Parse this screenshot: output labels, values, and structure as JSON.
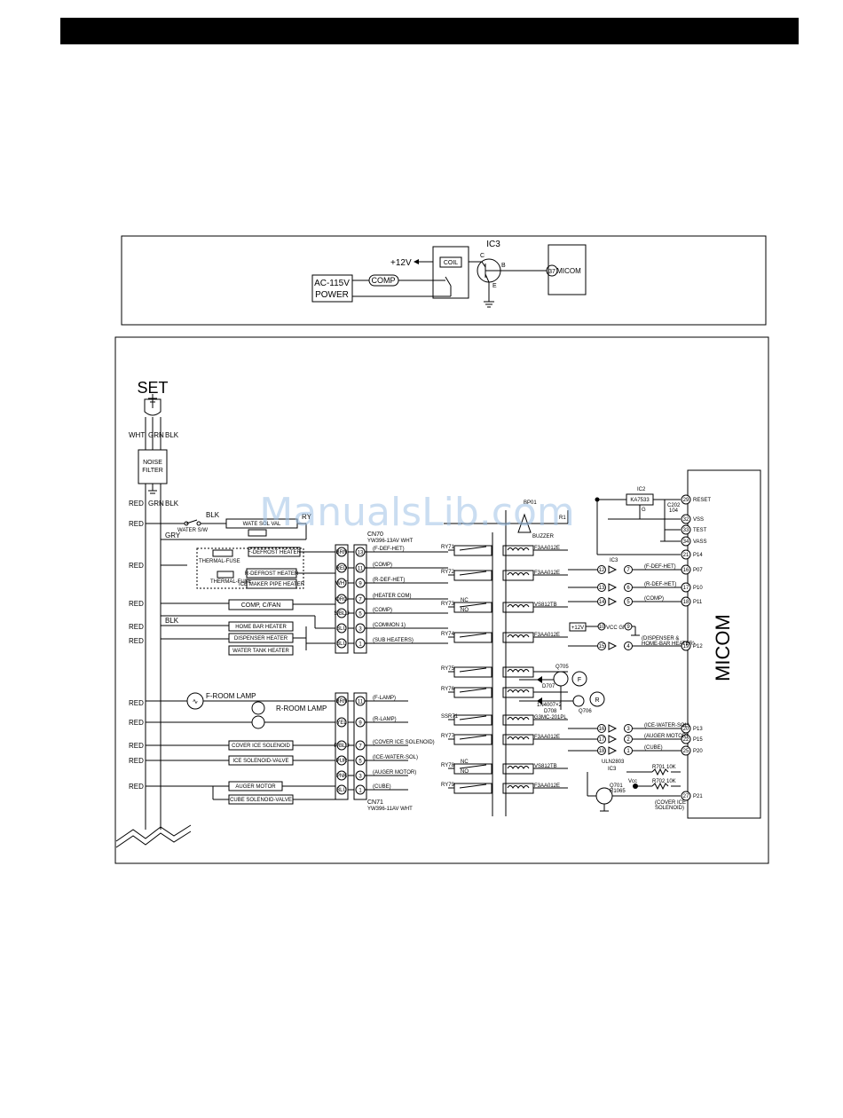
{
  "watermark": "ManualsLib.com",
  "diagram1": {
    "ac_power": [
      "AC-115V",
      "POWER"
    ],
    "comp": "COMP",
    "v12": "+12V",
    "coil": "COIL",
    "ic3": "IC3",
    "c": "C",
    "b": "B",
    "e": "E",
    "pin37": "37",
    "micom": "MICOM"
  },
  "diagram2": {
    "set": "SET",
    "wht": "WHT",
    "grn": "GRN",
    "blk": "BLK",
    "gry": "GRY",
    "red": "RED",
    "noise_filter": [
      "NOISE",
      "FILTER"
    ],
    "water_sw": "WATER S/W",
    "water_valve": "WATE SOL VAL",
    "ry_partial": "RY",
    "thermal_fuse": "THERMAL-FUSE",
    "thermal_fuse2": "THERMAL-FUSE",
    "f_defrost": "F-DEFROST HEATER",
    "r_defrost": "R-DEFROST HEATER",
    "ice_pipe": "ICE MAKER PIPE HEATER",
    "comp_fan": "COMP, C/FAN",
    "home_bar": "HOME BAR HEATER",
    "dispenser_heater": "DISPENSER HEATER",
    "water_tank": "WATER TANK HEATER",
    "f_room_lamp": "F-ROOM LAMP",
    "r_room_lamp": "R-ROOM LAMP",
    "cover_ice": "COVER ICE SOLENOID",
    "ice_sol_valve": "ICE SOLENOID-VALVE",
    "auger": "AUGER MOTOR",
    "cube_sol": "CUBE SOLENOID-VALVE",
    "cn70": "CN70",
    "cn70_part": "YW396-13AV WHT",
    "cn71": "CN71",
    "cn71_part": "YW396-11AV WHT",
    "cn70_colors": [
      "BRN",
      "RED",
      "WHT",
      "ORG",
      "S/BLU",
      "BLU",
      "BLU"
    ],
    "cn70_pins": [
      "13",
      "11",
      "9",
      "7",
      "5",
      "3",
      "1"
    ],
    "cn70_signals": [
      "(F-DEF-HET)",
      "(COMP)",
      "(R-DEF-HET)",
      "(HEATER COM)",
      "(COMP)",
      "(COMMON 1)",
      "(SUB HEATERS)"
    ],
    "cn71_colors": [
      "BRN",
      "YEL",
      "P/BLU",
      "PUR",
      "PNK",
      "BLU"
    ],
    "cn71_pins": [
      "11",
      "9",
      "7",
      "5",
      "3",
      "1"
    ],
    "cn71_signals": [
      "(F-LAMP)",
      "(R-LAMP)",
      "(COVER ICE SOLENOID)",
      "(ICE-WATER-SOL)",
      "(AUGER MOTOR)",
      "(CUBE)"
    ],
    "relays": [
      "RY71",
      "RY72",
      "RY73",
      "RY74",
      "RY75",
      "RY76",
      "SSR71",
      "RY77",
      "RY78",
      "RY79"
    ],
    "relay_parts": [
      "F3AA012E",
      "F3AA012E",
      "VS812TB",
      "F3AA012E",
      "G3MC-201PL",
      "F3AA012E",
      "VS812TB",
      "F3AA012E"
    ],
    "nc": "NC",
    "no": "NO",
    "bp01": "BP01",
    "buzzer": "BUZZER",
    "ic2": "IC2",
    "ka7533": "KA7533",
    "c202": "C202",
    "c202_val": "104",
    "g": "G",
    "r1": "R1",
    "ic3_top": "IC3",
    "ic3_bottom": "IC3",
    "uln": "ULN2803",
    "v12b": "+12V",
    "vcc_gnd": "VCC GND",
    "pin10": "10",
    "pin9": "9",
    "disp_home": [
      "(DISPENSER &",
      "HOME-BAR HEATER)"
    ],
    "ic3_left": [
      "12",
      "13",
      "14",
      "15",
      "16",
      "17",
      "18"
    ],
    "ic3_right": [
      "7",
      "6",
      "5",
      "4",
      "3",
      "2",
      "1"
    ],
    "ic3_signals": [
      "(F-DEF-HET)",
      "(R-DEF-HET)",
      "(COMP)",
      "(ICE-WATER-SOL)",
      "(AUGER MOTOR)",
      "(CUBE)"
    ],
    "q705": "Q705",
    "d707": "D707",
    "q706": "Q706",
    "d708": "D708",
    "d_part": "1N4007×2",
    "f": "F",
    "r": "R",
    "q701": [
      "Q701",
      "R1065"
    ],
    "vcc": "Vcc",
    "r701": "R701 10K",
    "r702": "R702 10K",
    "cover_ice_sol": [
      "(COVER ICE",
      "SOLENOID)"
    ],
    "micom_pins": [
      "29",
      "32",
      "33",
      "34",
      "21",
      "16",
      "17",
      "18",
      "19",
      "20",
      "22",
      "25",
      "27"
    ],
    "micom_names": [
      "RESET",
      "VSS",
      "TEST",
      "VASS",
      "P14",
      "P07",
      "P10",
      "P11",
      "P12",
      "P13",
      "P15",
      "P20",
      "P21"
    ],
    "micom": "MICOM"
  }
}
